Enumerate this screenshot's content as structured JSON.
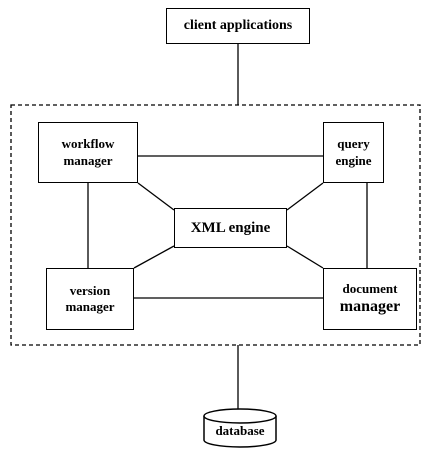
{
  "diagram": {
    "nodes": {
      "client": {
        "line1": "client applications"
      },
      "workflow": {
        "line1": "workflow",
        "line2": "manager"
      },
      "query": {
        "line1": "query",
        "line2": "engine"
      },
      "xml": {
        "line1": "XML engine"
      },
      "version": {
        "line1": "version",
        "line2": "manager"
      },
      "document": {
        "line1": "document",
        "line2": "manager"
      },
      "database": {
        "line1": "database"
      }
    }
  }
}
